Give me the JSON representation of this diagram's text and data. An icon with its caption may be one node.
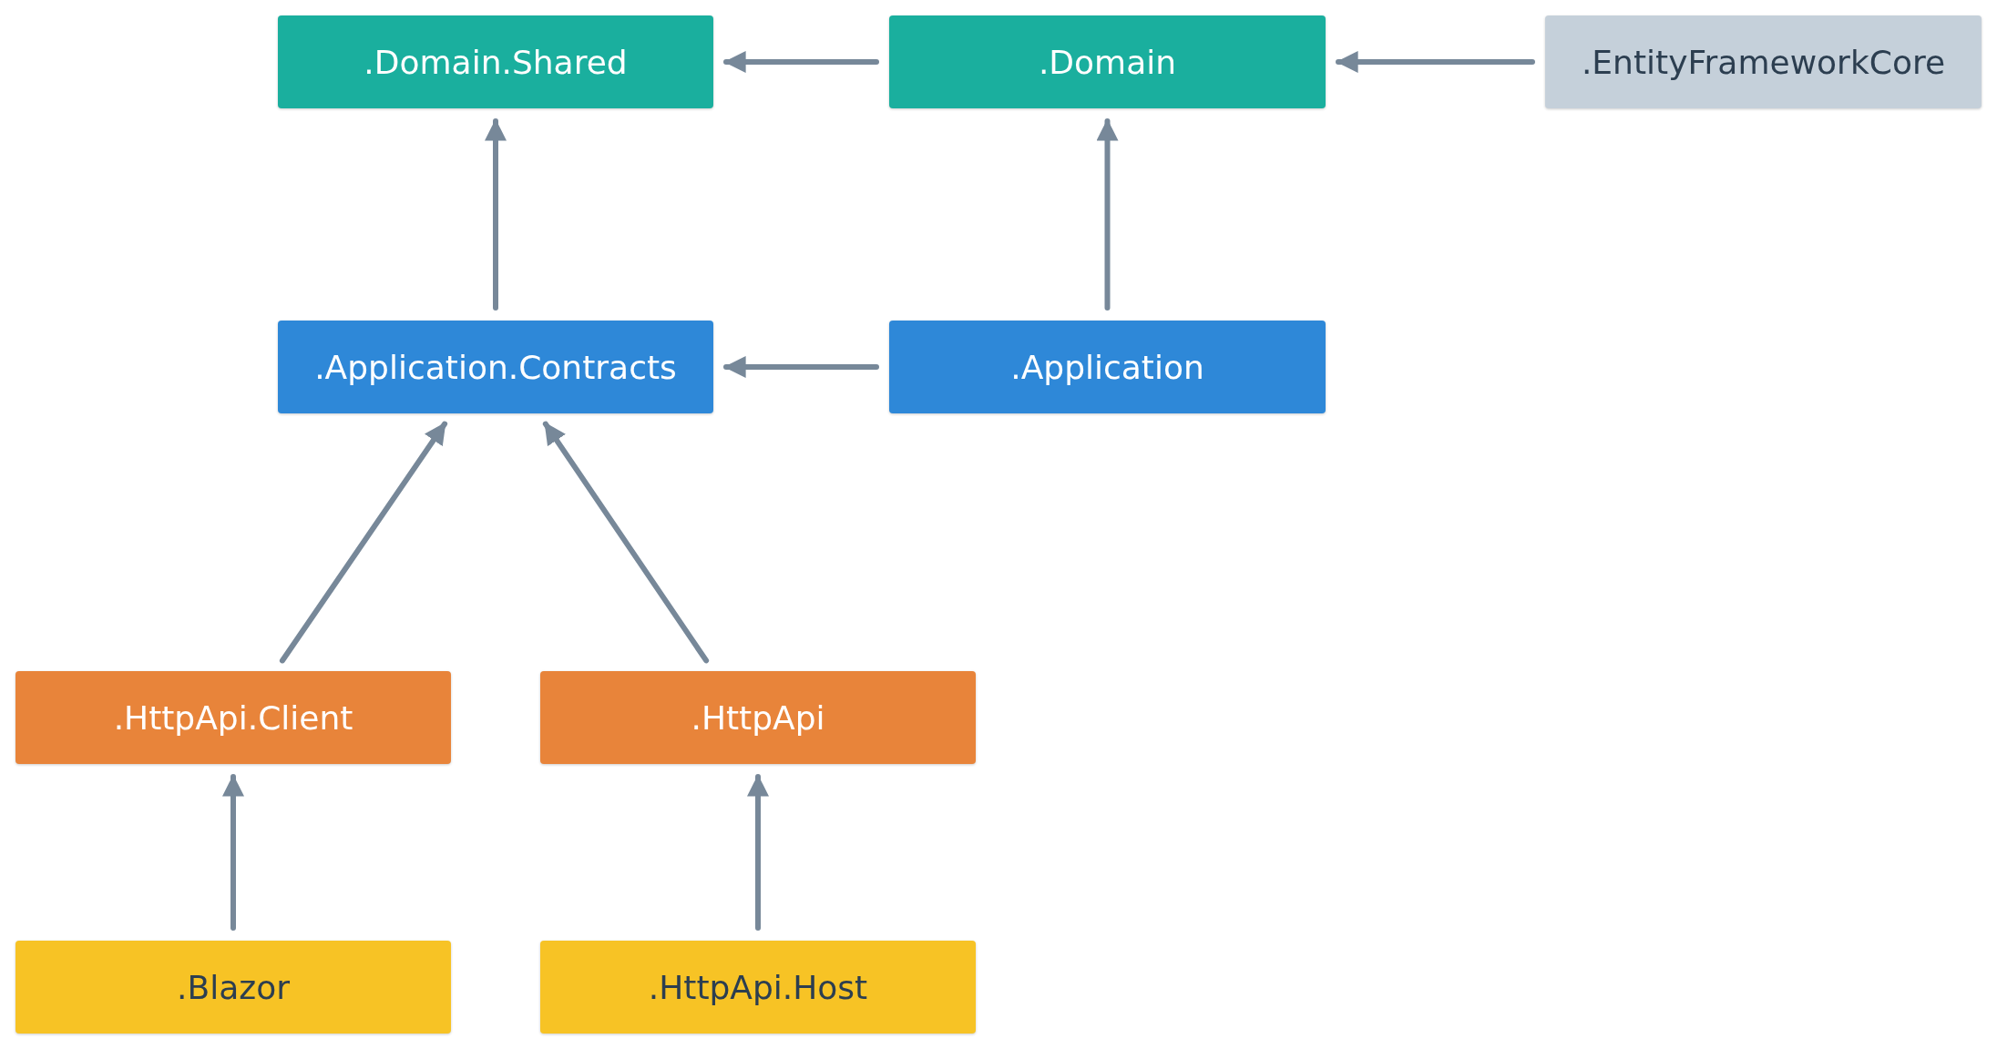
{
  "diagram": {
    "nodes": [
      {
        "text": [
          ".Domain.Shared"
        ]
      },
      {
        "text": [
          ".Domain"
        ]
      },
      {
        "text": [
          ".EntityFrameworkCore"
        ]
      },
      {
        "text": [
          ".Application.Contracts"
        ]
      },
      {
        "text": [
          ".Application"
        ]
      },
      {
        "text": [
          ".HttpApi.Client"
        ]
      },
      {
        "text": [
          ".HttpApi"
        ]
      },
      {
        "text": [
          ".Blazor"
        ]
      },
      {
        "text": [
          ".HttpApi.Host"
        ]
      }
    ],
    "edges": [
      {
        "from": 1,
        "to": 0,
        "arrow": "to"
      },
      {
        "from": 2,
        "to": 1,
        "arrow": "to"
      },
      {
        "from": 3,
        "to": 0,
        "arrow": "to"
      },
      {
        "from": 4,
        "to": 1,
        "arrow": "to"
      },
      {
        "from": 4,
        "to": 3,
        "arrow": "to"
      },
      {
        "from": 5,
        "to": 3,
        "arrow": "to"
      },
      {
        "from": 6,
        "to": 3,
        "arrow": "to"
      },
      {
        "from": 7,
        "to": 5,
        "arrow": "to"
      },
      {
        "from": 8,
        "to": 6,
        "arrow": "to"
      }
    ]
  }
}
